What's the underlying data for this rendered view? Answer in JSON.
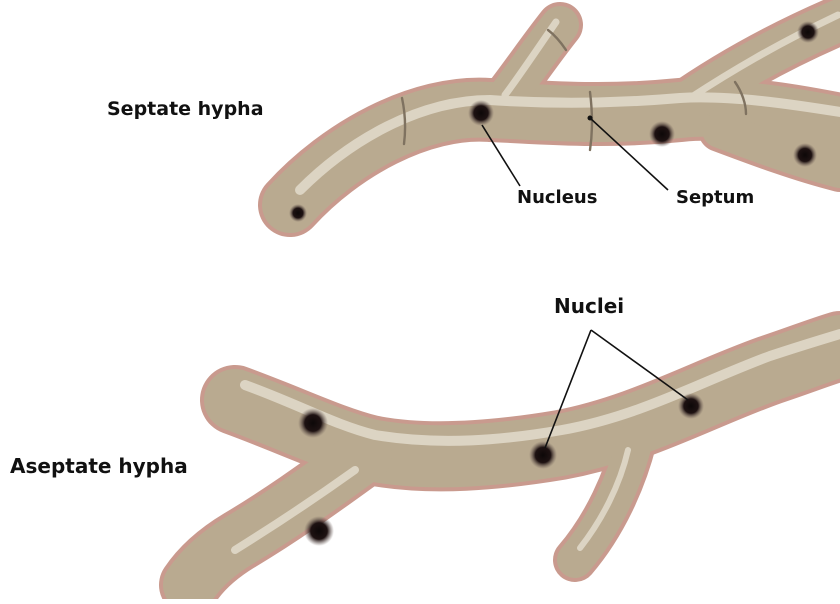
{
  "labels": {
    "septate_hypha": "Septate hypha",
    "aseptate_hypha": "Aseptate hypha",
    "nucleus": "Nucleus",
    "septum": "Septum",
    "nuclei": "Nuclei"
  },
  "colors": {
    "hypha_body": "#b9aa90",
    "hypha_edge": "#c99a8e",
    "hypha_highlight": "#e8e2d4",
    "nucleus": "#1a1010",
    "leader_line": "#111111",
    "label_text": "#111111"
  }
}
